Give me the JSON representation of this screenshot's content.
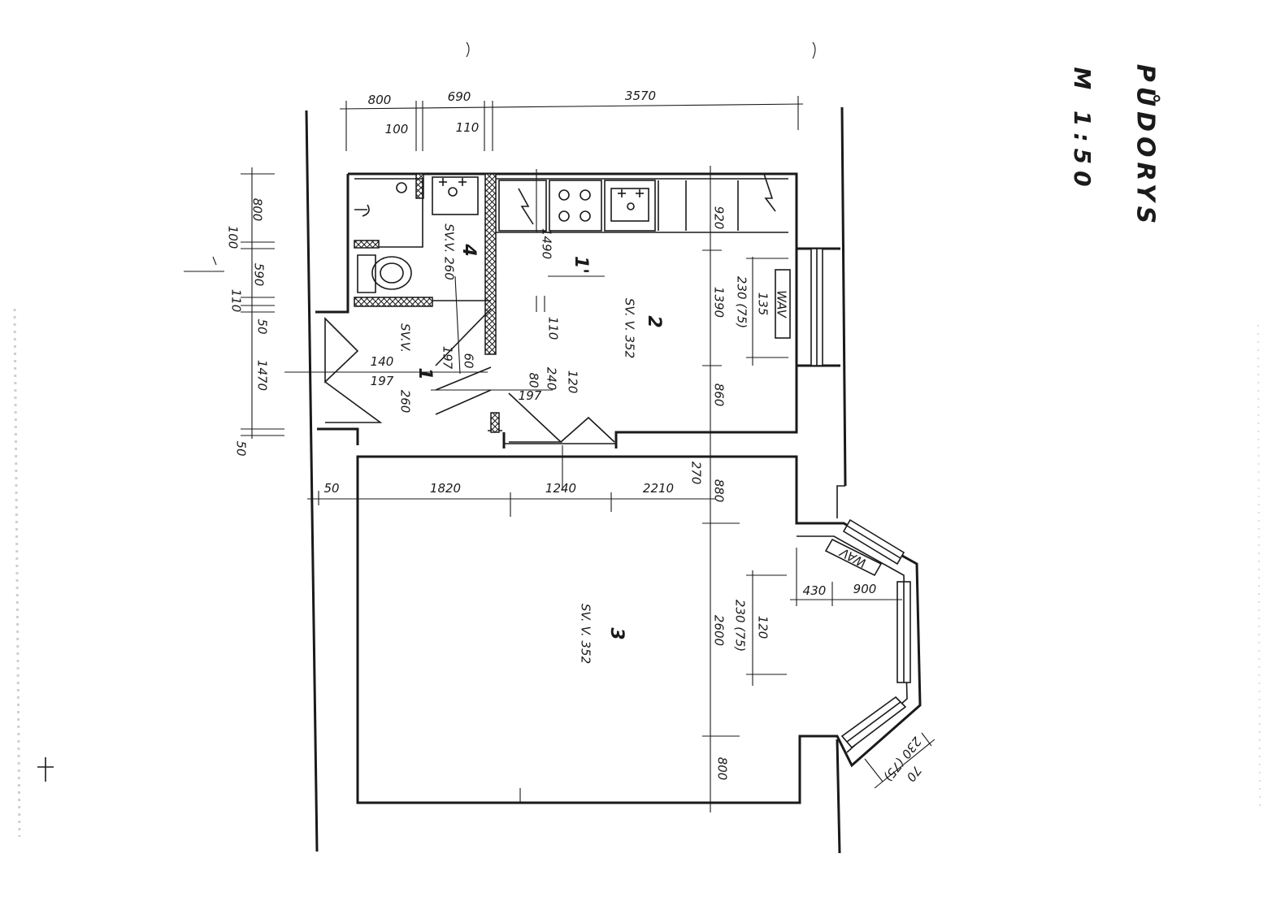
{
  "title": "PŮDORYS",
  "scale": "M 1:50",
  "rooms": {
    "r1": {
      "number": "1",
      "height": "SV.V."
    },
    "r1a": {
      "number": "1'"
    },
    "r2": {
      "number": "2",
      "height": "SV. V. 352"
    },
    "r3": {
      "number": "3",
      "height": "SV. V. 352"
    },
    "r4": {
      "number": "4",
      "height": "SV.V. 260"
    }
  },
  "appliances": {
    "heater_1": "WAV",
    "heater_2": "WAV"
  },
  "dims": {
    "top_800": "800",
    "top_690": "690",
    "top_3570": "3570",
    "top_100": "100",
    "top_110": "110",
    "left_800": "800",
    "left_100": "100",
    "left_590": "590",
    "left_110": "110",
    "left_50a": "50",
    "left_1470": "1470",
    "left_50b": "50",
    "k_920": "920",
    "k_1490": "1490",
    "k_1390": "1390",
    "k_860": "860",
    "k_230": "230 (75)",
    "k_135": "135",
    "k_110": "110",
    "h_140": "140",
    "h_197a": "197",
    "h_197b": "197",
    "h_60": "60",
    "h_260": "260",
    "d_80": "80",
    "d_240": "240",
    "d_120": "120",
    "d_197": "197",
    "m_50": "50",
    "m_1820": "1820",
    "m_1240": "1240",
    "m_2210": "2210",
    "m_270": "270",
    "m_880": "880",
    "l_2600": "2600",
    "l_800": "800",
    "l_230": "230 (75)",
    "l_120": "120",
    "b_430": "430",
    "b_900": "900",
    "b_230": "230 (75)",
    "b_70": "70"
  }
}
